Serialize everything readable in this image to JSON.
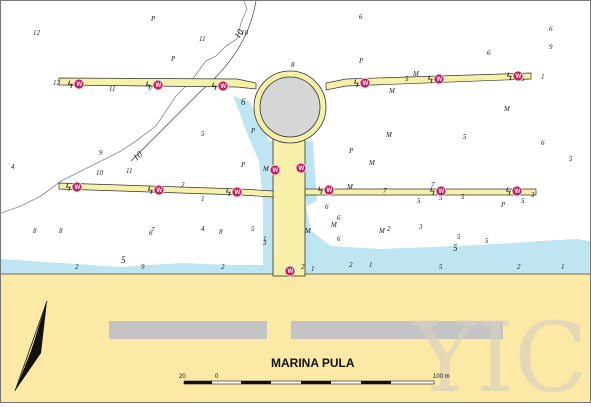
{
  "title": "MARINA PULA",
  "watermark": "YIC",
  "scale": {
    "labels": [
      "20",
      "0",
      "100 m"
    ]
  },
  "depth_contours": [
    "10",
    "10",
    "6",
    "5",
    "5"
  ],
  "soundings": [
    "12",
    "P",
    "11",
    "10",
    "8",
    "6",
    "P",
    "M",
    "12",
    "11",
    "P",
    "8",
    "9",
    "6",
    "M",
    "7",
    "5",
    "P",
    "9",
    "4",
    "10",
    "11",
    "P",
    "M",
    "8",
    "7",
    "8",
    "1",
    "6",
    "4",
    "M",
    "6",
    "M",
    "5",
    "6",
    "P",
    "M",
    "5",
    "7",
    "5",
    "7",
    "M",
    "6",
    "P",
    "M",
    "6",
    "3",
    "5",
    "5",
    "5",
    "M",
    "6",
    "2",
    "5",
    "5",
    "M",
    "5",
    "5",
    "3",
    "1",
    "2",
    "9",
    "2",
    "5",
    "2",
    "1",
    "2",
    "1",
    "2",
    "1",
    "3",
    "1",
    "2",
    "5"
  ],
  "colors": {
    "land": "#fbe9a5",
    "water": "#bfe4f2",
    "sea": "#ffffff",
    "pier": "#f6f0a8",
    "lighthouse": "#d6d6d6",
    "water_marker": "#cc1a5a",
    "light_marker": "#cc1a5a"
  },
  "icons": [
    "lightning-icon",
    "water-supply-icon",
    "north-arrow-icon",
    "lighthouse-icon"
  ],
  "markers": {
    "water_label": "W"
  }
}
